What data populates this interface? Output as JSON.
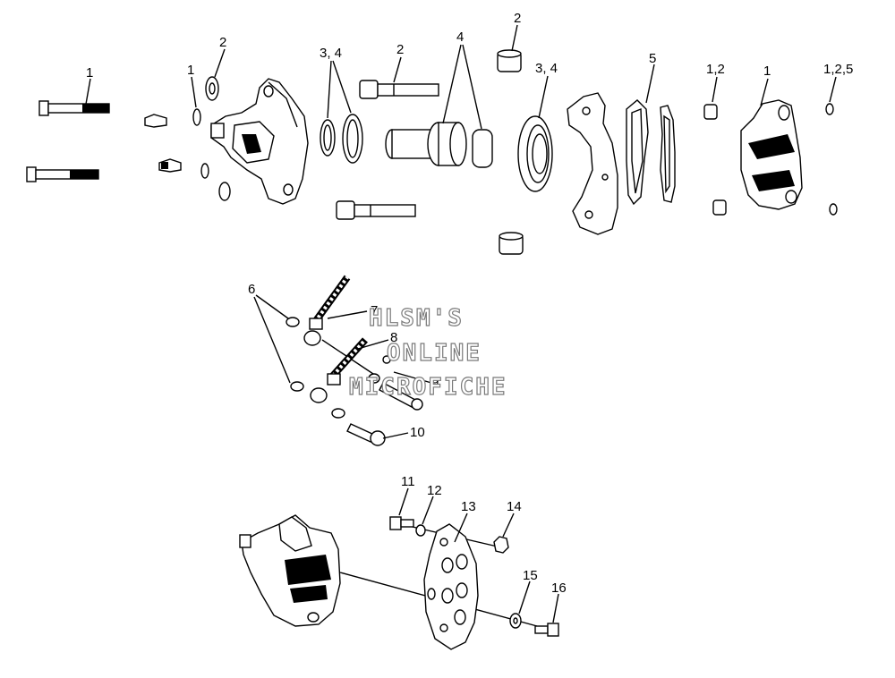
{
  "callouts": {
    "c1_bolt": "1",
    "c1_seal": "1",
    "c2_washer": "2",
    "c34_orings": "3, 4",
    "c2_pin": "2",
    "c4_piston": "4",
    "c2_bushing": "2",
    "c34_seal": "3, 4",
    "c5_pads": "5",
    "c12_boot": "1,2",
    "c1_bracket": "1",
    "c125_clip": "1,2,5",
    "c6": "6",
    "c7": "7",
    "c8": "8",
    "c9": "9",
    "c10": "10",
    "c11": "11",
    "c12": "12",
    "c13": "13",
    "c14": "14",
    "c15": "15",
    "c16": "16"
  },
  "watermark": {
    "line1": "HLSM'S",
    "line2": "ONLINE",
    "line3": "MICROFICHE"
  }
}
